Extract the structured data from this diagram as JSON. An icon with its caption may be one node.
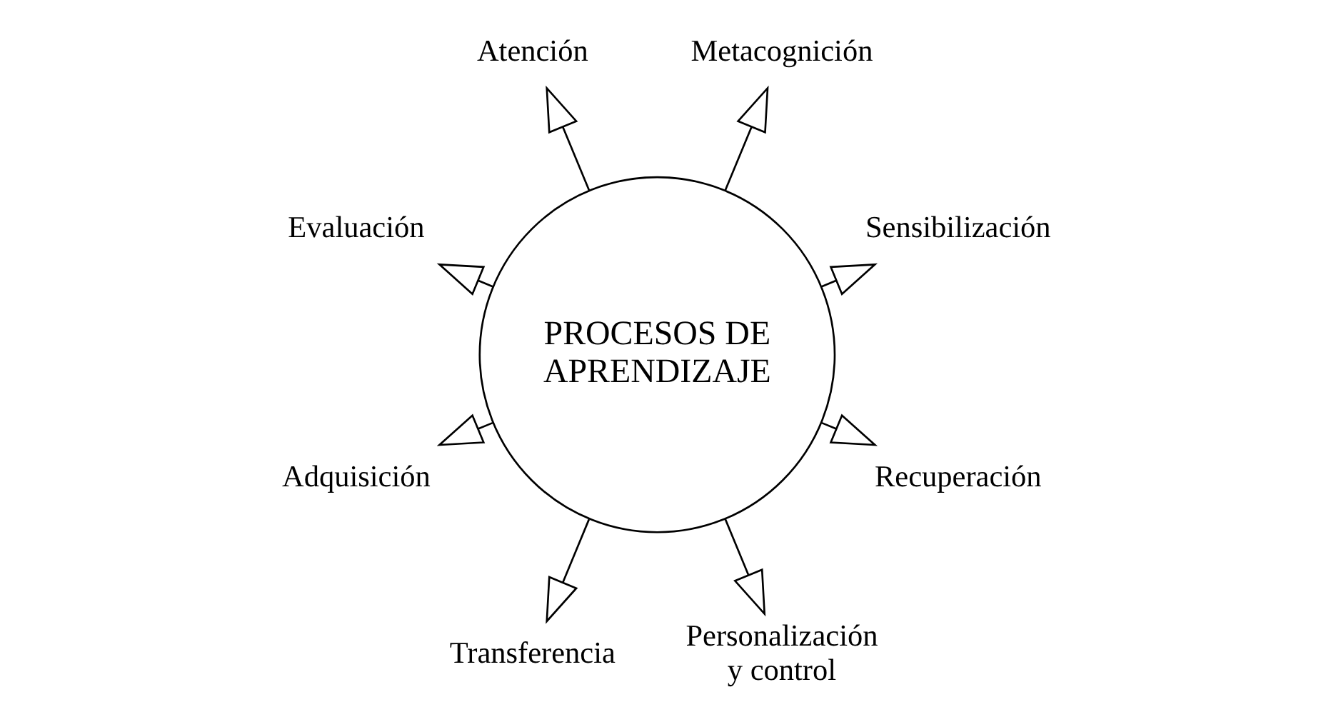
{
  "diagram": {
    "nodes": [
      {
        "text": [
          "Sensibilización"
        ]
      },
      {
        "text": [
          "Metacognición"
        ]
      },
      {
        "text": [
          "Atención"
        ]
      },
      {
        "text": [
          "Evaluación"
        ]
      },
      {
        "text": [
          "PROCESOS DE APRENDIZAJE"
        ]
      },
      {
        "text": [
          "Adquisición"
        ]
      },
      {
        "text": [
          "Transferencia"
        ]
      },
      {
        "text": [
          "Personalización y control"
        ]
      },
      {
        "text": [
          "Recuperación"
        ]
      }
    ],
    "edges": [
      {
        "from": 4,
        "to": 0,
        "arrow": "to"
      },
      {
        "from": 4,
        "to": 2,
        "arrow": "to"
      },
      {
        "from": 4,
        "to": 5,
        "arrow": "to"
      },
      {
        "from": 4,
        "to": 7,
        "arrow": "to"
      },
      {
        "from": 4,
        "to": 8,
        "arrow": "to"
      },
      {
        "from": 4,
        "to": 6,
        "arrow": "to"
      },
      {
        "from": 4,
        "to": 3,
        "arrow": "to"
      },
      {
        "from": 4,
        "to": 1,
        "arrow": "to"
      }
    ]
  }
}
